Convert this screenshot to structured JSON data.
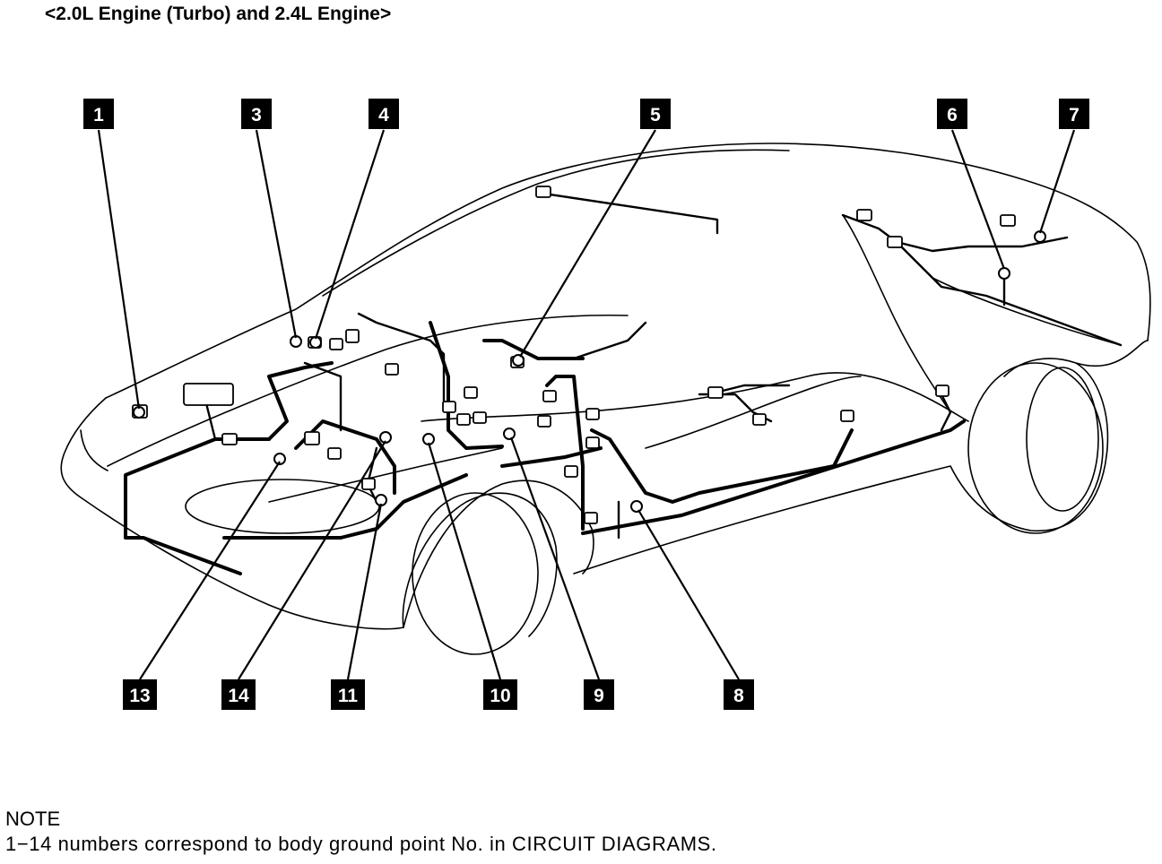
{
  "heading": "<2.0L Engine (Turbo) and 2.4L Engine>",
  "callouts": [
    {
      "label": "1"
    },
    {
      "label": "3"
    },
    {
      "label": "4"
    },
    {
      "label": "5"
    },
    {
      "label": "6"
    },
    {
      "label": "7"
    },
    {
      "label": "13"
    },
    {
      "label": "14"
    },
    {
      "label": "11"
    },
    {
      "label": "10"
    },
    {
      "label": "9"
    },
    {
      "label": "8"
    }
  ],
  "note": {
    "title": "NOTE",
    "text": "1−14 numbers correspond to body ground point No. in CIRCUIT DIAGRAMS."
  }
}
